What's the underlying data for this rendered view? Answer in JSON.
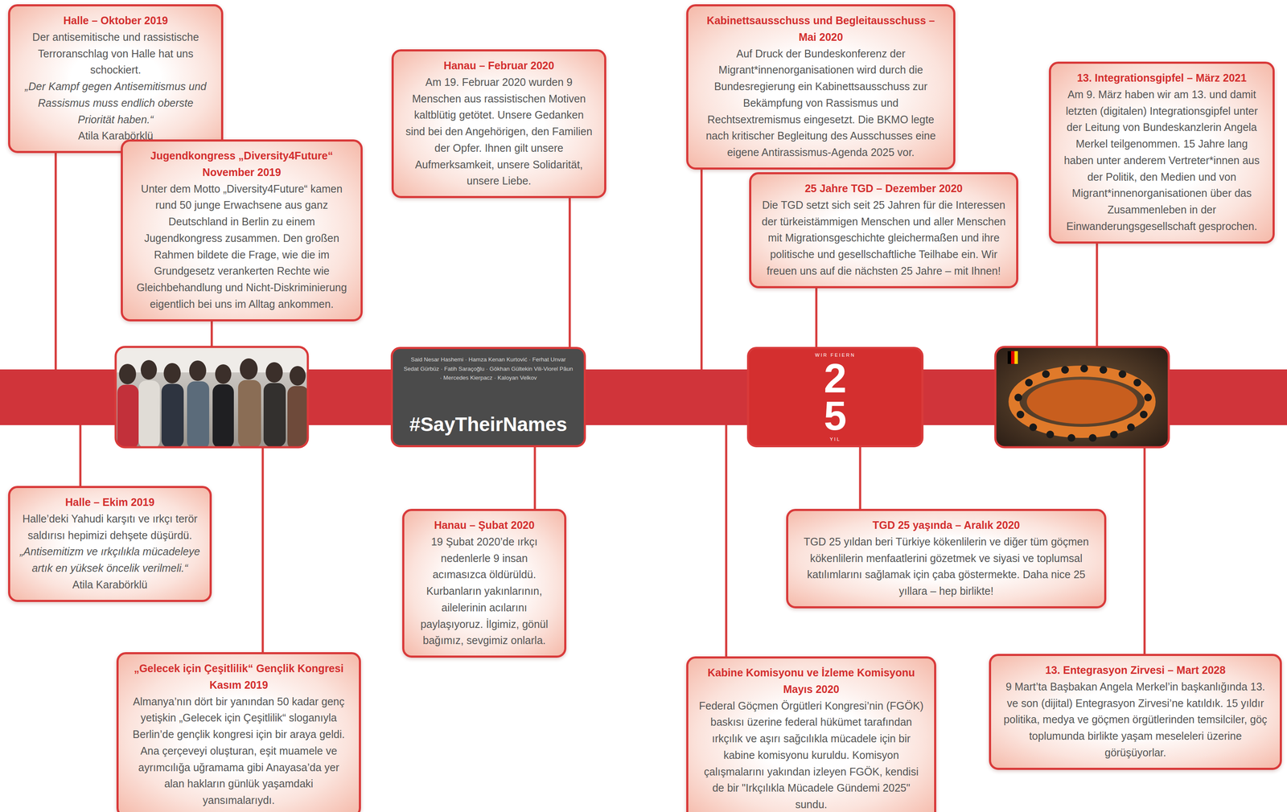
{
  "diagram": {
    "nodes": [
      {
        "text": [
          "Halle – Oktober 2019",
          "Der antisemitische und rassistische Terroranschlag von Halle hat uns schockiert.",
          "„Der Kampf gegen Antisemitismus und Rassismus muss endlich oberste Priorität haben.“",
          "Atila Karabörklü"
        ]
      },
      {
        "text": [
          "Jugendkongress „Diversity4Future“ November 2019",
          "Unter dem Motto „Diversity4Future“ kamen rund 50 junge Erwachsene aus ganz Deutschland in Berlin zu einem Jugendkongress zusammen. Den großen Rahmen bildete die Frage, wie die im Grundgesetz verankerten Rechte wie Gleichbehandlung und Nicht-Diskriminierung eigentlich bei uns im Alltag ankommen."
        ]
      },
      {
        "text": [
          "Halle – Ekim 2019",
          "Halle’deki Yahudi karşıtı ve ırkçı terör saldırısı hepimizi dehşete düşürdü.",
          "„Antisemitizm ve ırkçılıkla mücadeleye artık en yüksek öncelik verilmeli.“",
          "Atila Karabörklü"
        ]
      },
      {
        "text": [
          "„Gelecek için Çeşitlilik“ Gençlik Kongresi Kasım 2019",
          "Almanya’nın dört bir yanından 50 kadar genç yetişkin „Gelecek için Çeşitlilik“ sloganıyla Berlin’de gençlik kongresi için bir araya geldi. Ana çerçeveyi oluşturan, eşit muamele ve ayrımcılığa uğramama gibi Anayasa’da yer alan hakların günlük yaşamdaki yansımalarıydı."
        ]
      },
      {
        "text": [
          "Hanau – Februar 2020",
          "Am 19. Februar 2020 wurden 9 Menschen aus rassistischen Motiven kaltblütig getötet. Unsere Gedanken sind bei den Angehörigen, den Familien der Opfer. Ihnen gilt unsere Aufmerksamkeit, unsere Solidarität, unsere Liebe."
        ]
      },
      {
        "text": [
          "Said Nesar Hashemi · Hamza Kenan Kurtović · Ferhat Unvar Sedat Gürbüz · Fatih Saraçoğlu · Gökhan Gültekin Vili-Viorel Păun · Mercedes Kierpacz · Kaloyan Velkov",
          "#SayTheirNames"
        ]
      },
      {
        "text": [
          "Hanau – Şubat 2020",
          "19 Şubat 2020’de ırkçı nedenlerle 9 insan acımasızca öldürüldü. Kurbanların yakınlarının, ailelerinin acılarını paylaşıyoruz. İlgimiz, gönül bağımız, sevgimiz onlarla."
        ]
      },
      {
        "text": [
          "Kabinettsausschuss und Begleitausschuss – Mai 2020",
          "Auf Druck der Bundeskonferenz der Migrant*innenorganisationen wird durch die Bundesregierung ein Kabinettsausschuss zur Bekämpfung von Rassismus und Rechtsextremismus eingesetzt. Die BKMO legte nach kritischer Begleitung des Ausschusses eine eigene Antirassismus-Agenda 2025 vor."
        ]
      },
      {
        "text": [
          "25 Jahre TGD – Dezember 2020",
          "Die TGD setzt sich seit 25 Jahren für die Interessen der türkeistämmigen Menschen und aller Menschen mit Migrationsgeschichte gleichermaßen und ihre politische und gesellschaftliche Teilhabe ein. Wir freuen uns auf die nächsten 25 Jahre – mit Ihnen!"
        ]
      },
      {
        "text": [
          "WIR FEIERN",
          "25",
          "YIL"
        ]
      },
      {
        "text": [
          "TGD 25 yaşında – Aralık 2020",
          "TGD 25 yıldan beri Türkiye kökenlilerin ve diğer tüm göçmen kökenlilerin menfaatlerini gözetmek ve siyasi ve toplumsal katılımlarını sağlamak için çaba göstermekte. Daha nice 25 yıllara – hep birlikte!"
        ]
      },
      {
        "text": [
          "Kabine Komisyonu ve İzleme Komisyonu Mayıs 2020",
          "Federal Göçmen Örgütleri Kongresi’nin (FGÖK) baskısı üzerine federal hükümet tarafından ırkçılık ve aşırı sağcılıkla mücadele için bir kabine komisyonu kuruldu. Komisyon çalışmalarını yakından izleyen FGÖK, kendisi de bir \"Irkçılıkla Mücadele Gündemi 2025\" sundu."
        ]
      },
      {
        "text": [
          "13. Integrationsgipfel – März 2021",
          "Am 9. März haben wir am 13. und damit letzten (digitalen) Integrationsgipfel unter der Leitung von Bundeskanzlerin Angela Merkel teilgenommen. 15 Jahre lang haben unter anderem Vertreter*innen aus der Politik, den Medien und von Migrant*innenorganisationen über das Zusammenleben in der Einwanderungsgesellschaft gesprochen."
        ]
      },
      {
        "text": [
          "13. Entegrasyon Zirvesi – Mart 2028",
          "9 Mart’ta Başbakan Angela Merkel’in başkanlığında 13. ve son (dijital) Entegrasyon Zirvesi’ne katıldık. 15 yıldır politika, medya ve göçmen örgütlerinden temsilciler, göç toplumunda birlikte yaşam meseleleri üzerine görüşüyorlar."
        ]
      }
    ],
    "edges": [
      {
        "from": 4,
        "to": 5,
        "arrow": "none"
      },
      {
        "from": 5,
        "to": 6,
        "arrow": "none"
      },
      {
        "from": 8,
        "to": 9,
        "arrow": "none"
      },
      {
        "from": 9,
        "to": 10,
        "arrow": "none"
      }
    ]
  }
}
